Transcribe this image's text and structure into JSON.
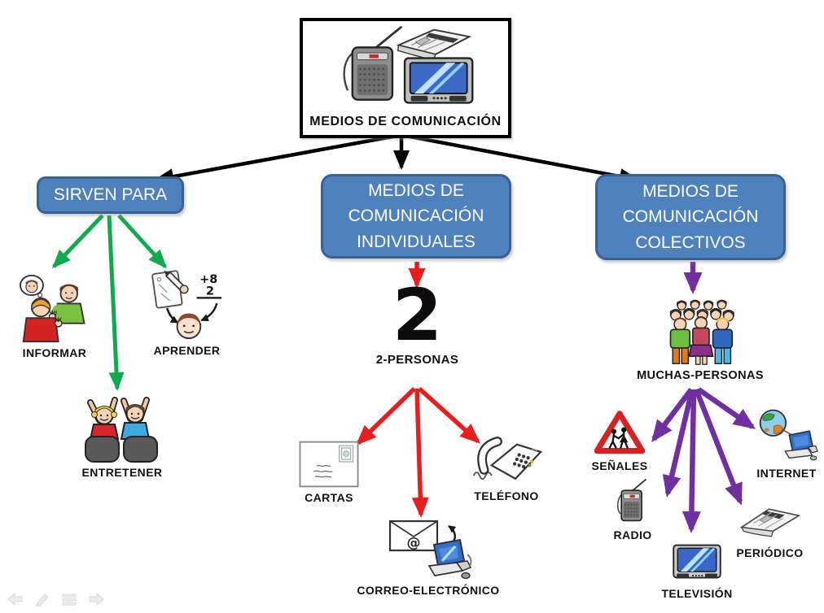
{
  "root": {
    "label": "MEDIOS DE COMUNICACIÓN",
    "icons": [
      "radio-icon",
      "newspaper-icon",
      "tv-icon"
    ]
  },
  "branches": {
    "purposes": {
      "label": "SIRVEN PARA",
      "arrow_color": "#0fa94e",
      "children": {
        "informar": {
          "label": "INFORMAR",
          "icon": "people-talking-icon"
        },
        "aprender": {
          "label": "APRENDER",
          "icon": "writing-math-child-icon"
        },
        "entretener": {
          "label": "ENTRETENER",
          "icon": "cheering-children-icon"
        }
      }
    },
    "individual": {
      "label": "MEDIOS DE COMUNICACIÓN INDIVIDUALES",
      "arrow_color": "#e81d1d",
      "hub": {
        "number": "2",
        "label": "2-PERSONAS"
      },
      "children": {
        "cartas": {
          "label": "CARTAS",
          "icon": "envelope-icon"
        },
        "correo": {
          "label": "CORREO-ELECTRÓNICO",
          "icon": "email-computer-icon"
        },
        "telefono": {
          "label": "TELÉFONO",
          "icon": "desk-phone-icon"
        }
      }
    },
    "collective": {
      "label": "MEDIOS DE COMUNICACIÓN COLECTIVOS",
      "arrow_color": "#7030a0",
      "hub": {
        "label": "MUCHAS-PERSONAS",
        "icon": "crowd-icon"
      },
      "children": {
        "senales": {
          "label": "SEÑALES",
          "icon": "warning-sign-icon"
        },
        "radio": {
          "label": "RADIO",
          "icon": "portable-radio-icon"
        },
        "television": {
          "label": "TELEVISIÓN",
          "icon": "tv-icon"
        },
        "periodico": {
          "label": "PERIÓDICO",
          "icon": "newspaper-icon"
        },
        "internet": {
          "label": "INTERNET",
          "icon": "globe-computer-icon"
        }
      }
    }
  },
  "colors": {
    "node_fill": "#4f81bd",
    "node_border": "#3a6191",
    "node_text": "#ffffff",
    "root_arrows": "#000000",
    "purposes_arrows": "#0fa94e",
    "individual_arrows": "#e81d1d",
    "collective_arrows": "#7030a0"
  },
  "presenter_toolbar": {
    "icons": [
      "back-arrow-icon",
      "pen-icon",
      "menu-icon",
      "forward-arrow-icon"
    ]
  }
}
